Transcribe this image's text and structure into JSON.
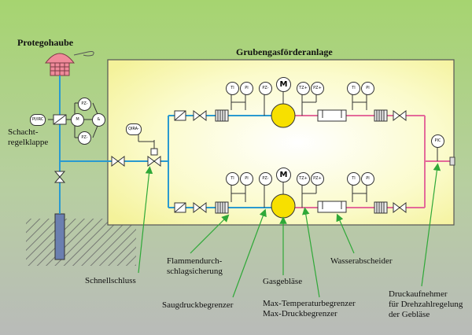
{
  "title": "Grubengasförderanlage",
  "hood_label": "Protegohaube",
  "valve_label": "Schacht-\nregelklappe",
  "labels": {
    "flame": "Flammendurch-\nschlagsicherung",
    "quick": "Schnellschluss",
    "suction": "Saugdruckbegrenzer",
    "blower": "Gasgebläse",
    "maxtemp": "Max-Temperaturbegrenzer\nMax-Druckbegrenzer",
    "water": "Wasserabscheider",
    "sensor": "Druckaufnehmer\nfür Drehzahlregelung\nder Gebläse"
  },
  "instruments": {
    "ti": "TI",
    "pi": "PI",
    "pz_minus": "PZ-",
    "tz_plus": "TZ+",
    "pz_plus": "PZ+",
    "motor": "M",
    "qir": "QIRA-",
    "pic": "PIC",
    "pi_control": "PI/IRC",
    "pz_small": "PZ-",
    "amp": "&"
  },
  "colors": {
    "bg_top": "#a8d472",
    "bg_bottom": "#b8bab8",
    "pipe_blue": "#2a9ad0",
    "pipe_pink": "#e46a9a",
    "blower": "#f7e000",
    "hood": "#f08a9a",
    "arrow": "#2fa838"
  }
}
